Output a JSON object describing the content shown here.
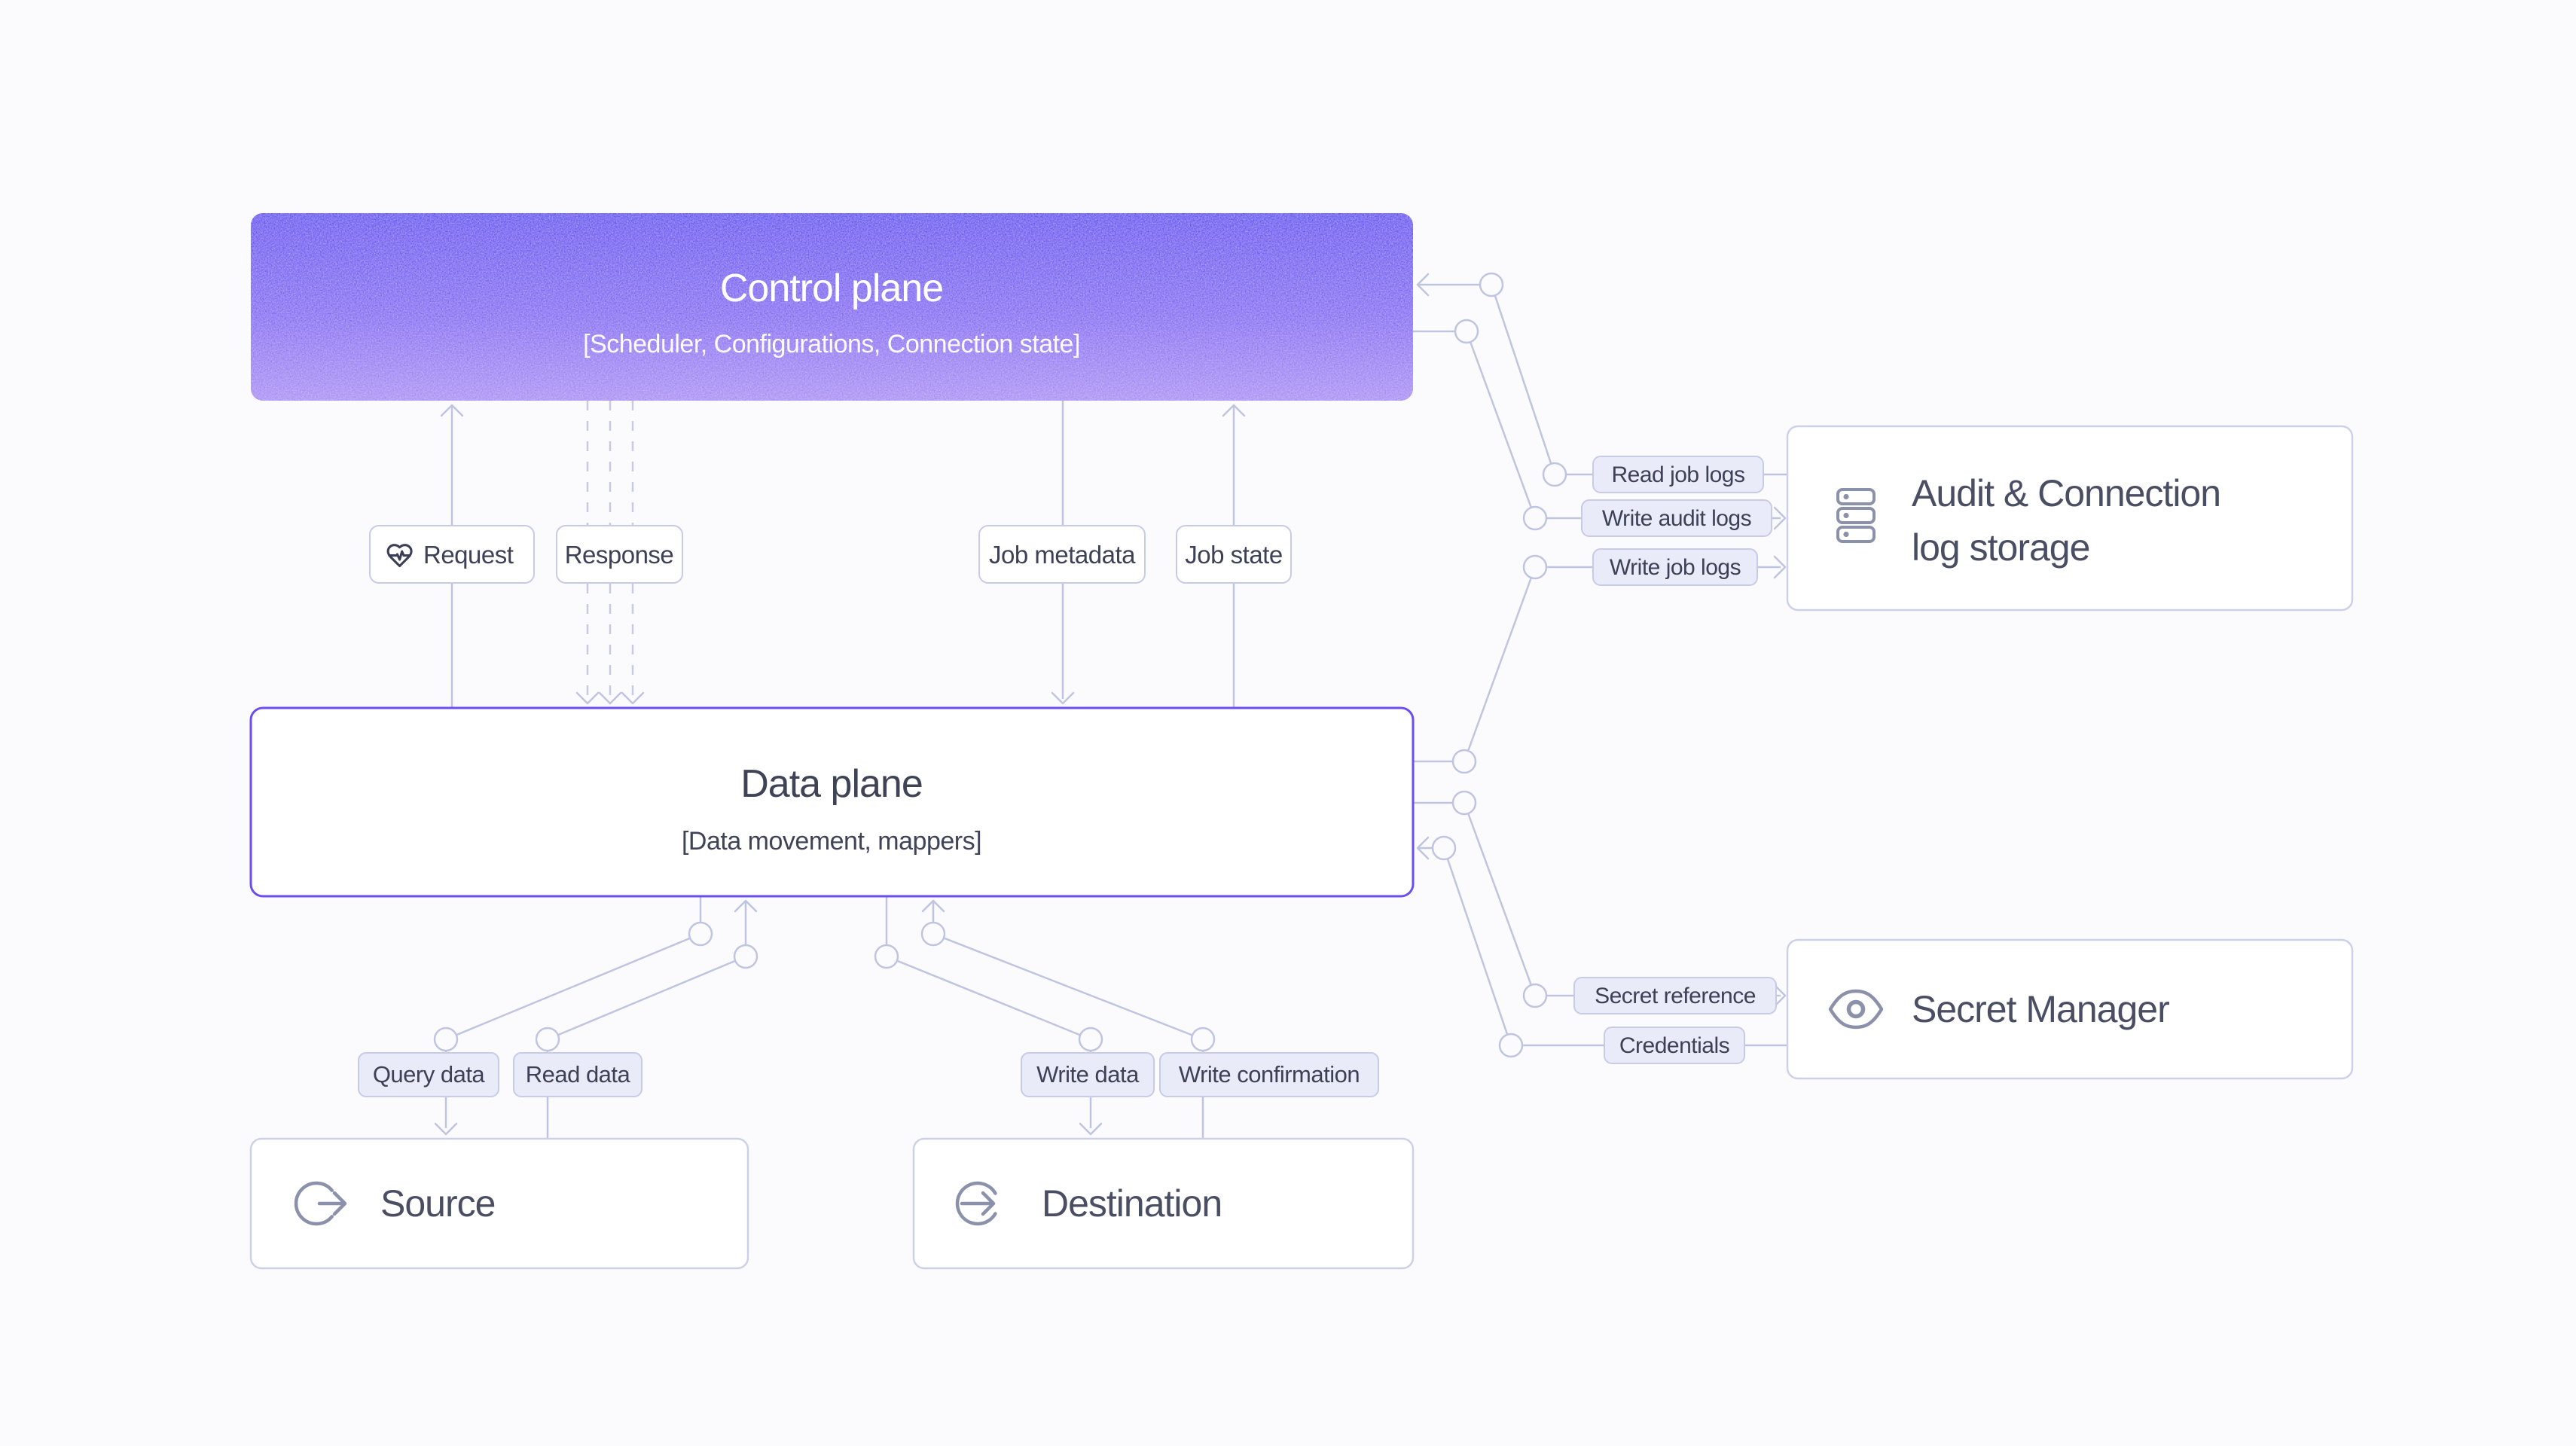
{
  "page": {
    "background": "#fbfbfd"
  },
  "palette": {
    "connector_line": "#bfc4e0",
    "label_border": "#c7cbe8",
    "label_fill_lavender": "#e9ebf9",
    "label_text": "#3d4156",
    "system_box_border": "#cdd1e8",
    "system_title_text": "#4a4e63",
    "icon_gray": "#8b90ab",
    "data_plane_border": "#6b4ef0",
    "control_plane_gradient_top": "#6152f0",
    "control_plane_gradient_bottom": "#a98ef3",
    "control_plane_text": "#ffffff"
  },
  "control_plane": {
    "title": "Control plane",
    "subtitle": "[Scheduler, Configurations, Connection state]"
  },
  "data_plane": {
    "title": "Data plane",
    "subtitle": "[Data movement, mappers]"
  },
  "flow_labels": {
    "request": "Request",
    "request_icon": "heart-pulse-icon",
    "response": "Response",
    "job_metadata": "Job metadata",
    "job_state": "Job state",
    "query_data": "Query data",
    "read_data": "Read data",
    "write_data": "Write data",
    "write_confirmation": "Write confirmation",
    "read_job_logs": "Read job logs",
    "write_audit_logs": "Write audit logs",
    "write_job_logs": "Write job logs",
    "secret_reference": "Secret reference",
    "credentials": "Credentials"
  },
  "systems": {
    "audit_log_storage": {
      "title_line1": "Audit & Connection",
      "title_line2": "log storage",
      "icon": "database-stack-icon"
    },
    "secret_manager": {
      "title": "Secret Manager",
      "icon": "eye-icon"
    },
    "source": {
      "title": "Source",
      "icon": "log-out-circle-icon"
    },
    "destination": {
      "title": "Destination",
      "icon": "arrow-into-circle-icon"
    }
  }
}
